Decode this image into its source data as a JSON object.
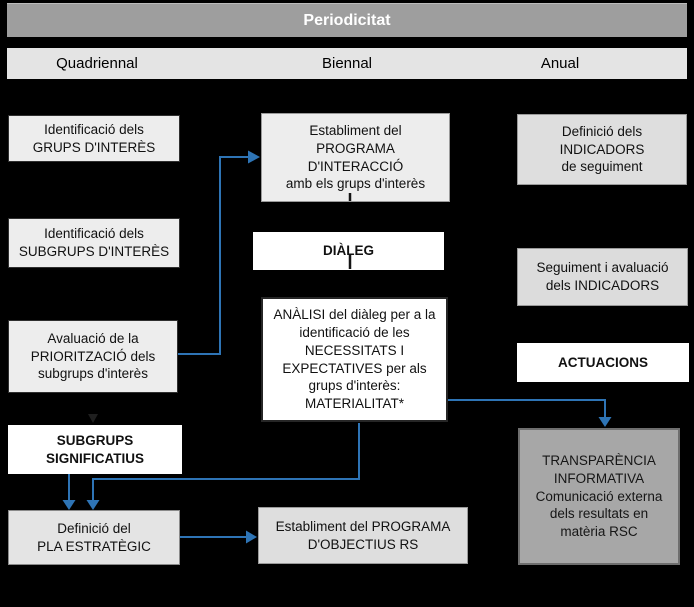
{
  "header": {
    "title": "Periodicitat",
    "columns": [
      "Quadriennal",
      "Biennal",
      "Anual"
    ]
  },
  "boxes": {
    "grups": {
      "lines": [
        "Identificació dels",
        "GRUPS D'INTERÈS"
      ]
    },
    "subgrups_interes": {
      "lines": [
        "Identificació dels",
        "SUBGRUPS D'INTERÈS"
      ]
    },
    "avaluacio": {
      "lines": [
        "Avaluació de la",
        "PRIORITZACIÓ dels",
        "subgrups d'interès"
      ]
    },
    "subgrups_significatius": {
      "lines": [
        "SUBGRUPS",
        "SIGNIFICATIUS"
      ]
    },
    "pla_estrategic": {
      "lines": [
        "Definició del",
        "PLA ESTRATÈGIC"
      ]
    },
    "programa_interaccio": {
      "lines": [
        "Establiment del",
        "PROGRAMA",
        "D'INTERACCIÓ",
        "amb els grups d'interès"
      ]
    },
    "dialeg": {
      "lines": [
        "DIÀLEG"
      ]
    },
    "analisi": {
      "lines": [
        "ANÀLISI del diàleg per a la",
        "identificació de les",
        "NECESSITATS I",
        "EXPECTATIVES per als",
        "grups d'interès:",
        "MATERIALITAT*"
      ]
    },
    "programa_objectius": {
      "lines": [
        "Establiment del PROGRAMA",
        "D'OBJECTIUS RS"
      ]
    },
    "indicadors": {
      "lines": [
        "Definició dels",
        "INDICADORS",
        "de seguiment"
      ]
    },
    "seguiment": {
      "lines": [
        "Seguiment i avaluació",
        "dels INDICADORS"
      ]
    },
    "actuacions": {
      "lines": [
        "ACTUACIONS"
      ]
    },
    "transparencia": {
      "lines": [
        "TRANSPARÈNCIA",
        "INFORMATIVA",
        "Comunicació externa",
        "dels resultats en",
        "matèria RSC"
      ]
    }
  },
  "colors": {
    "background": "#000000",
    "arrow_blue": "#2e74b5",
    "header_bar": "#9e9e9e",
    "column_bar": "#e4e4e4",
    "box_light": "#ededed",
    "box_gray": "#dedede",
    "box_white": "#ffffff",
    "box_medium_gray": "#a7a7a7"
  }
}
